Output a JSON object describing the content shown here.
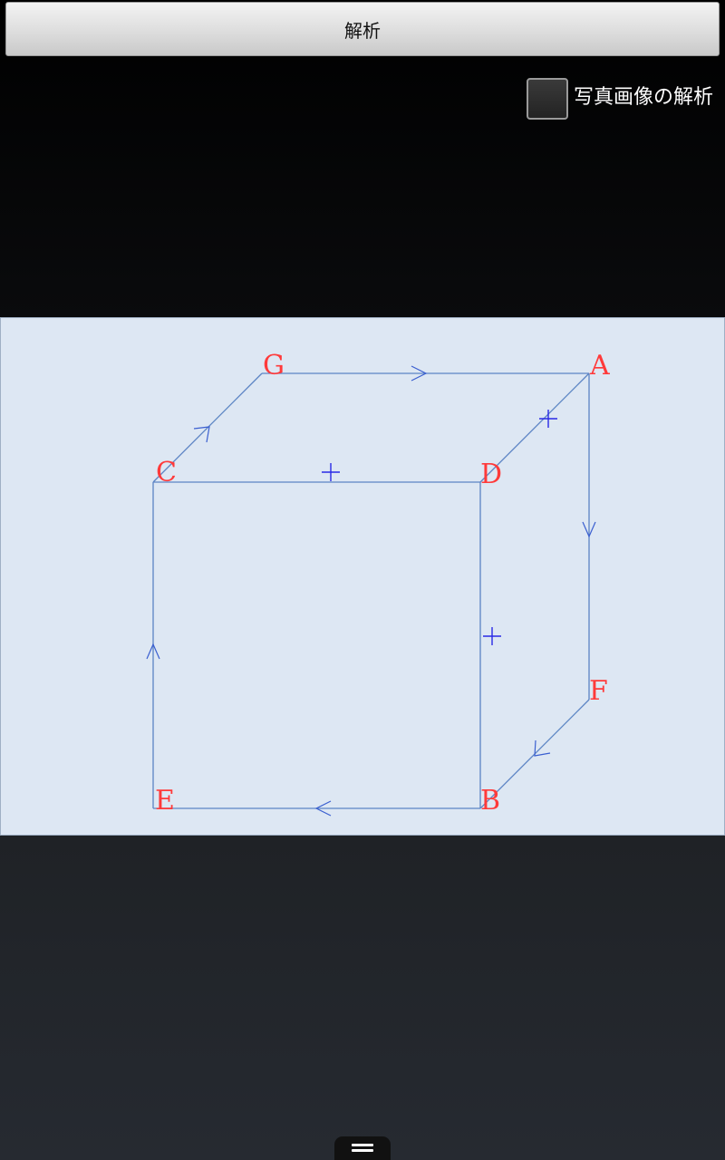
{
  "toolbar": {
    "analyze_label": "解析"
  },
  "photo_option": {
    "label": "写真画像の解析",
    "checked": false
  },
  "diagram": {
    "vertices": [
      "A",
      "B",
      "C",
      "D",
      "E",
      "F",
      "G"
    ],
    "edges": [
      [
        "G",
        "A"
      ],
      [
        "A",
        "F"
      ],
      [
        "F",
        "B"
      ],
      [
        "B",
        "E"
      ],
      [
        "E",
        "C"
      ],
      [
        "C",
        "G"
      ],
      [
        "C",
        "D"
      ],
      [
        "D",
        "A"
      ],
      [
        "D",
        "B"
      ]
    ],
    "colors": {
      "edge": "#5b84c4",
      "label": "#ff3a3a",
      "marker": "#2a2ae6",
      "background": "#dde7f3"
    }
  },
  "menu": {
    "icon": "menu-icon"
  }
}
